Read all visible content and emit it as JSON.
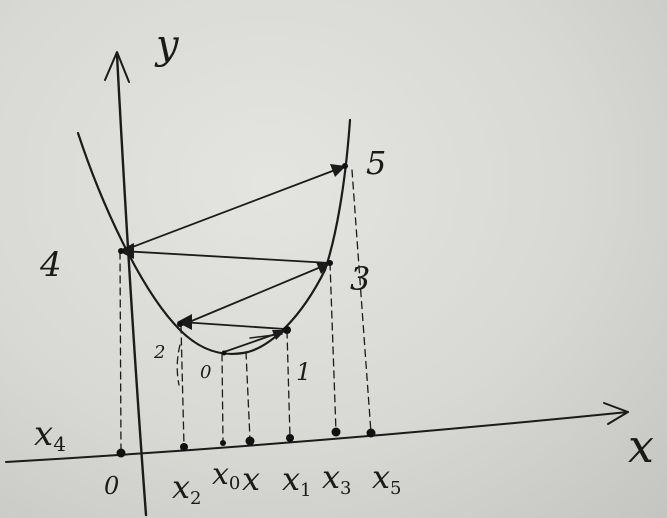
{
  "axes": {
    "y_label": "y",
    "x_label": "x",
    "origin_label": "0"
  },
  "point_labels": [
    "4",
    "5",
    "3",
    "2",
    "1",
    "0"
  ],
  "x_axis_labels": [
    {
      "id": "x4",
      "base": "x",
      "sub": "4"
    },
    {
      "id": "x2",
      "base": "x",
      "sub": "2"
    },
    {
      "id": "x0",
      "base": "x",
      "sub": "0"
    },
    {
      "id": "x",
      "base": "x",
      "sub": ""
    },
    {
      "id": "x1",
      "base": "x",
      "sub": "1"
    },
    {
      "id": "x3",
      "base": "x",
      "sub": "3"
    },
    {
      "id": "x5",
      "base": "x",
      "sub": "5"
    }
  ],
  "colors": {
    "ink": "#1b1b1b",
    "paper": "#dcdcd8"
  }
}
